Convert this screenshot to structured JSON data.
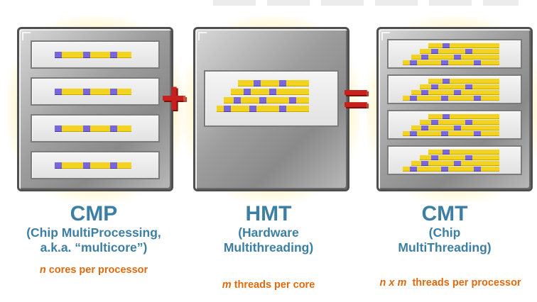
{
  "operators": {
    "plus": "+",
    "equals": "="
  },
  "columns": [
    {
      "title": "CMP",
      "description_lines": [
        "(Chip MultiProcessing,",
        "a.k.a. “multicore”)"
      ],
      "footer_var": "n",
      "footer_rest": " cores per processor"
    },
    {
      "title": "HMT",
      "description_lines": [
        "(Hardware",
        "Multithreading)"
      ],
      "footer_var": "m",
      "footer_rest": " threads per core"
    },
    {
      "title": "CMT",
      "description_lines": [
        "(Chip",
        "MultiThreading)"
      ],
      "footer_var": "n x m",
      "footer_rest": "  threads per processor"
    }
  ],
  "colors": {
    "title_blue": "#3d7ea3",
    "footer_orange": "#e06a0d",
    "operator_red": "#c8201c",
    "thread_yellow": "#f2d320",
    "thread_purple": "#7866dc"
  }
}
